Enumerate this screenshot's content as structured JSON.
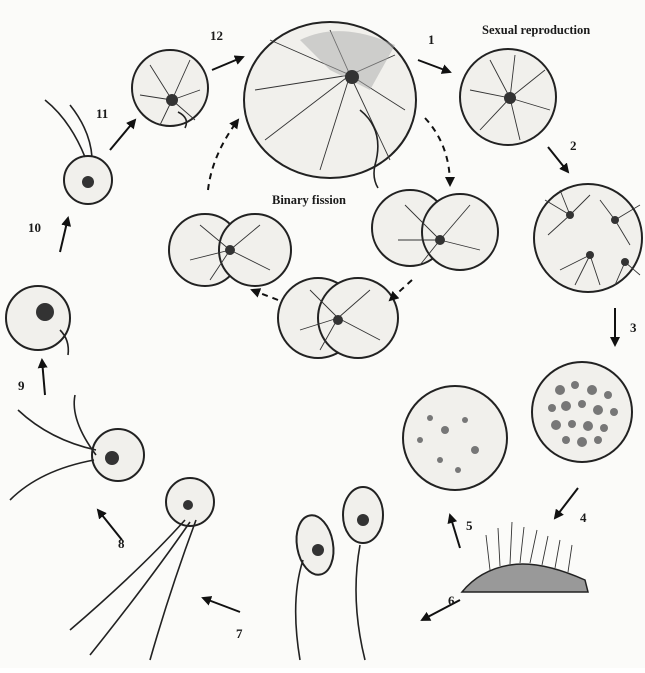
{
  "headings": {
    "sexual": "Sexual reproduction",
    "binary": "Binary fission"
  },
  "steps": [
    "1",
    "2",
    "3",
    "4",
    "5",
    "6",
    "7",
    "8",
    "9",
    "10",
    "11",
    "12"
  ],
  "stage_icons": [
    "adult-cell-icon",
    "sexual-cell-1-icon",
    "sexual-cell-2-icon",
    "sexual-cell-3-icon",
    "gametes-cell-icon",
    "gametes-released-icon",
    "gamete-pair-icon",
    "zygote-flagella-icon",
    "zygote-cell-icon",
    "young-cell-icon",
    "young-cell-flagella-icon",
    "young-cell-round-icon",
    "fission-pair-1-icon",
    "fission-pair-2-icon",
    "fission-pair-3-icon"
  ]
}
